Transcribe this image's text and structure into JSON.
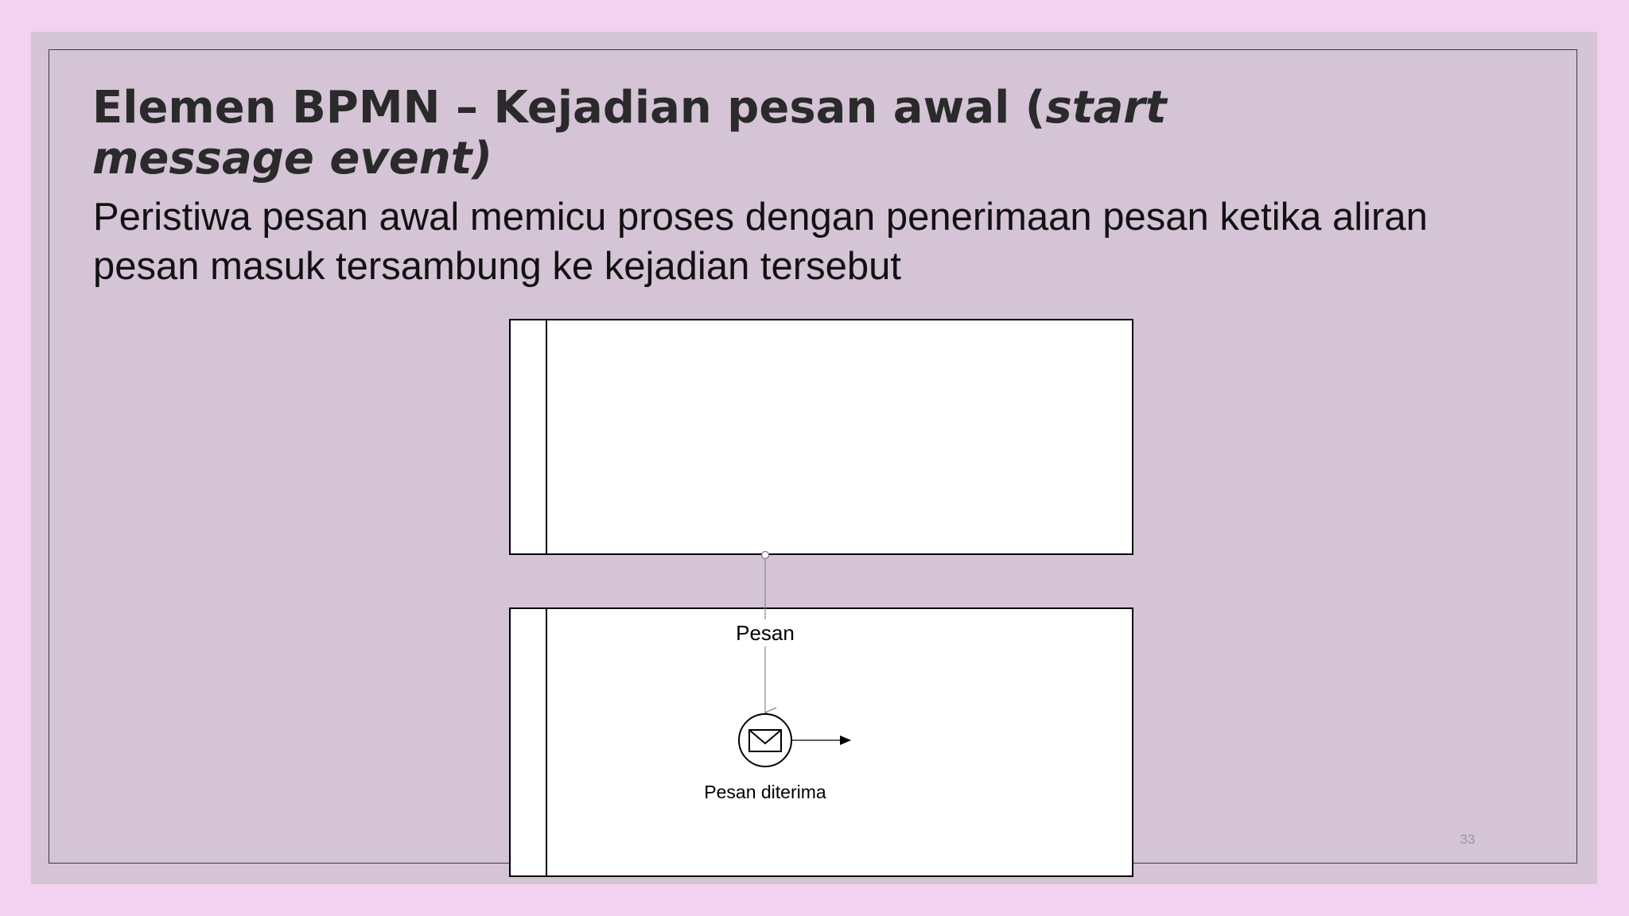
{
  "slide": {
    "title_main": "Elemen BPMN – Kejadian pesan awal (",
    "title_italic": "start message event)",
    "description": "Peristiwa pesan awal memicu proses dengan penerimaan pesan ketika  aliran pesan masuk tersambung ke kejadian tersebut",
    "page_number": "33"
  },
  "diagram": {
    "message_flow_label": "Pesan",
    "start_event_label": "Pesan diterima",
    "start_event_icon": "envelope-icon"
  },
  "colors": {
    "page_background": "#f3d1f1",
    "slide_background": "#d4c4d6",
    "title_text": "#2a2a2a"
  }
}
